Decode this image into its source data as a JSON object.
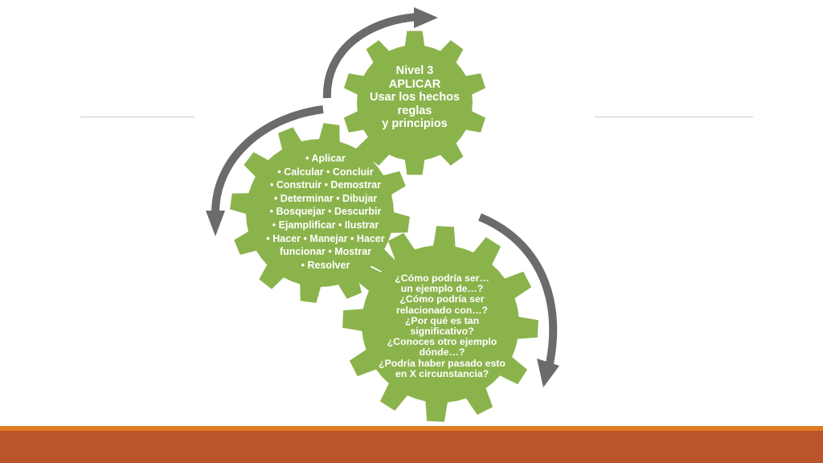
{
  "colors": {
    "gear": "#8bb34c",
    "arrow": "#6b6b6b",
    "text": "#ffffff",
    "bar_orange": "#e07b22",
    "bar_rust": "#bb542a",
    "rule": "#c8c8c8"
  },
  "gears": [
    {
      "id": "top",
      "lines": [
        "Nivel 3",
        "APLICAR",
        "Usar los hechos",
        "reglas",
        "y principios"
      ]
    },
    {
      "id": "left",
      "lines": [
        "• Aplicar",
        "• Calcular • Concluir",
        "• Construir • Demostrar",
        "• Determinar • Dibujar",
        "• Bosquejar • Descurbir",
        "• Ejamplificar • Ilustrar",
        "• Hacer • Manejar • Hacer",
        "funcionar • Mostrar",
        "• Resolver"
      ]
    },
    {
      "id": "bottom",
      "lines": [
        "¿Cómo podría ser…",
        "un ejemplo de…?",
        "¿Cómo podría ser",
        "relacionado con…?",
        "¿Por qué es tan",
        "significativo?",
        "¿Conoces otro ejemplo",
        "dónde…?",
        "¿Podría haber pasado esto",
        "en X circunstancia?"
      ]
    }
  ]
}
